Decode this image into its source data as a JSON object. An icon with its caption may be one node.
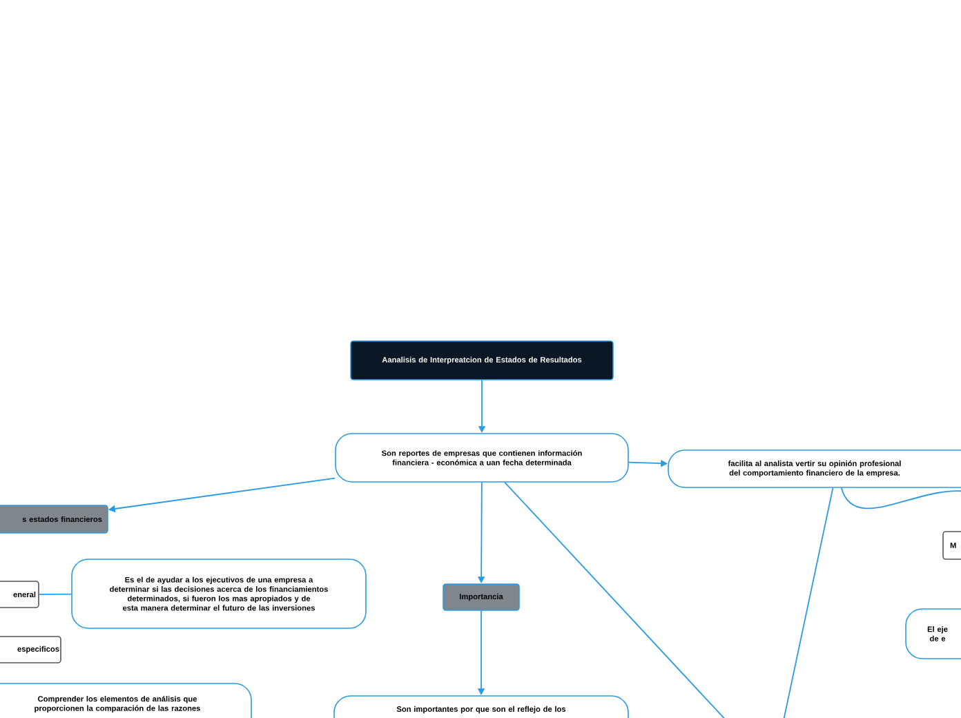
{
  "diagram": {
    "nodes": [
      {
        "text": [
          "Aanalisis de Interpreatcion de Estados de Resultados"
        ]
      },
      {
        "text": [
          "Son reportes de empresas que contienen información financiera  - económica a uan fecha determinada"
        ]
      },
      {
        "text": [
          "facilita al analista vertir su opinión profesional del comportamiento financiero de la empresa."
        ]
      },
      {
        "text": [
          "s estados financieros"
        ]
      },
      {
        "text": [
          "eneral"
        ]
      },
      {
        "text": [
          "Es el de ayudar a los ejecutivos de una empresa a determinar si las decisiones acerca de los financiamientos determinados, si fueron los mas apropiados y de esta manera determinar el futuro de las inversiones"
        ]
      },
      {
        "text": [
          "especificos"
        ]
      },
      {
        "text": [
          "Comprender los elementos de análisis que proporcionen la comparación de las razones"
        ]
      },
      {
        "text": [
          "Importancia"
        ]
      },
      {
        "text": [
          "Son importantes por que son el reflejo de los"
        ]
      },
      {
        "text": [
          "M"
        ]
      },
      {
        "text": [
          "El eje de e"
        ]
      }
    ],
    "edges": [
      {
        "from": 0,
        "to": 1,
        "arrow": "to"
      },
      {
        "from": 1,
        "to": 2,
        "arrow": "to"
      },
      {
        "from": 1,
        "to": 3,
        "arrow": "to"
      },
      {
        "from": 1,
        "to": 8,
        "arrow": "to"
      },
      {
        "from": 8,
        "to": 9,
        "arrow": "to"
      },
      {
        "from": 1,
        "to": null,
        "arrow": "none"
      },
      {
        "from": 2,
        "to": null,
        "arrow": "none"
      },
      {
        "from": 2,
        "to": null,
        "arrow": "none"
      },
      {
        "from": 5,
        "to": 4,
        "arrow": "none"
      }
    ]
  }
}
